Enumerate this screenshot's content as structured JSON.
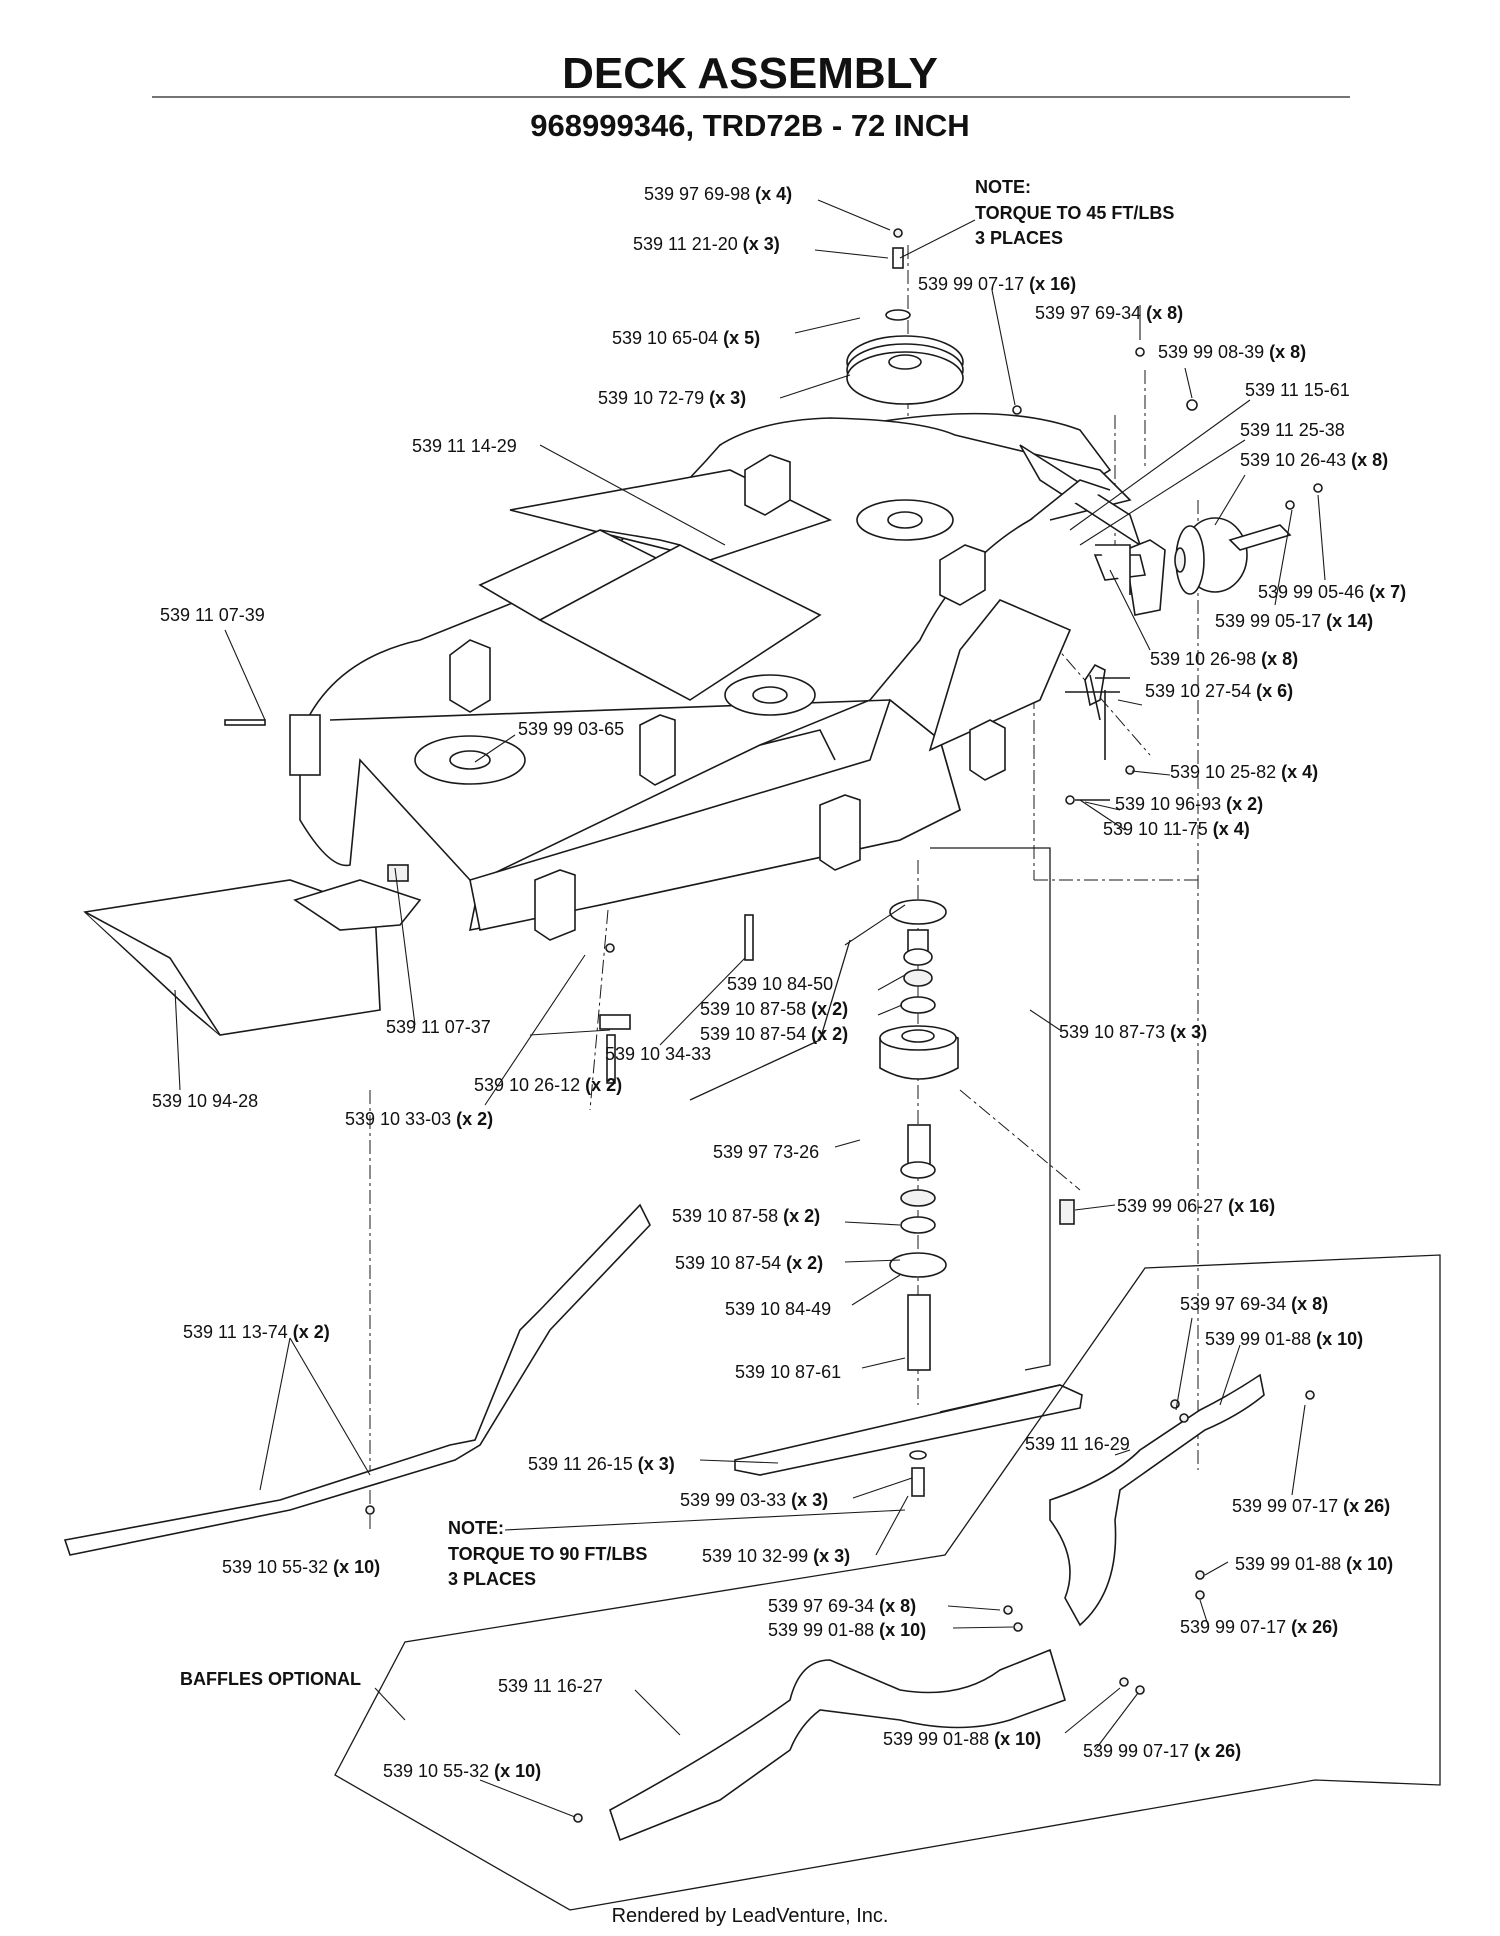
{
  "title": "DECK ASSEMBLY",
  "subtitle": "968999346, TRD72B - 72 INCH",
  "notes": {
    "torque_45": [
      "NOTE:",
      "TORQUE TO 45 FT/LBS",
      "3 PLACES"
    ],
    "torque_90": [
      "NOTE:",
      "TORQUE TO 90 FT/LBS",
      "3 PLACES"
    ],
    "baffles": "BAFFLES OPTIONAL"
  },
  "callouts": [
    {
      "part": "539 97 69-98",
      "qty": "(x 4)"
    },
    {
      "part": "539 11 21-20",
      "qty": "(x 3)"
    },
    {
      "part": "539 99 07-17",
      "qty": "(x 16)"
    },
    {
      "part": "539 97 69-34",
      "qty": "(x 8)"
    },
    {
      "part": "539 10 65-04",
      "qty": "(x 5)"
    },
    {
      "part": "539 99 08-39",
      "qty": "(x 8)"
    },
    {
      "part": "539 10 72-79",
      "qty": "(x 3)"
    },
    {
      "part": "539 11 15-61",
      "qty": ""
    },
    {
      "part": "539 11 14-29",
      "qty": ""
    },
    {
      "part": "539 11 25-38",
      "qty": ""
    },
    {
      "part": "539 10 26-43",
      "qty": "(x 8)"
    },
    {
      "part": "539 99 05-46",
      "qty": "(x 7)"
    },
    {
      "part": "539 99 05-17",
      "qty": "(x 14)"
    },
    {
      "part": "539 11 07-39",
      "qty": ""
    },
    {
      "part": "539 10 26-98",
      "qty": "(x 8)"
    },
    {
      "part": "539 10 27-54",
      "qty": "(x 6)"
    },
    {
      "part": "539 99 03-65",
      "qty": ""
    },
    {
      "part": "539 10 25-82",
      "qty": "(x 4)"
    },
    {
      "part": "539 10 96-93",
      "qty": "(x 2)"
    },
    {
      "part": "539 10 11-75",
      "qty": "(x 4)"
    },
    {
      "part": "539 10 84-50",
      "qty": ""
    },
    {
      "part": "539 10 87-58",
      "qty": "(x 2)"
    },
    {
      "part": "539 10 87-54",
      "qty": "(x 2)"
    },
    {
      "part": "539 11 07-37",
      "qty": ""
    },
    {
      "part": "539 10 87-73",
      "qty": "(x 3)"
    },
    {
      "part": "539 10 34-33",
      "qty": ""
    },
    {
      "part": "539 10 26-12",
      "qty": "(x 2)"
    },
    {
      "part": "539 10 94-28",
      "qty": ""
    },
    {
      "part": "539 10 33-03",
      "qty": "(x 2)"
    },
    {
      "part": "539 97 73-26",
      "qty": ""
    },
    {
      "part": "539 99 06-27",
      "qty": "(x 16)"
    },
    {
      "part": "539 10 87-58",
      "qty": "(x 2)"
    },
    {
      "part": "539 10 87-54",
      "qty": "(x 2)"
    },
    {
      "part": "539 10 84-49",
      "qty": ""
    },
    {
      "part": "539 11 13-74",
      "qty": "(x 2)"
    },
    {
      "part": "539 97 69-34",
      "qty": "(x 8)"
    },
    {
      "part": "539 99 01-88",
      "qty": "(x 10)"
    },
    {
      "part": "539 10 87-61",
      "qty": ""
    },
    {
      "part": "539 11 16-29",
      "qty": ""
    },
    {
      "part": "539 11 26-15",
      "qty": "(x 3)"
    },
    {
      "part": "539 99 07-17",
      "qty": "(x 26)"
    },
    {
      "part": "539 99 03-33",
      "qty": "(x 3)"
    },
    {
      "part": "539 10 55-32",
      "qty": "(x 10)"
    },
    {
      "part": "539 10 32-99",
      "qty": "(x 3)"
    },
    {
      "part": "539 99 01-88",
      "qty": "(x 10)"
    },
    {
      "part": "539 99 07-17",
      "qty": "(x 26)"
    },
    {
      "part": "539 97 69-34",
      "qty": "(x 8)"
    },
    {
      "part": "539 99 01-88",
      "qty": "(x 10)"
    },
    {
      "part": "539 11 16-27",
      "qty": ""
    },
    {
      "part": "539 99 01-88",
      "qty": "(x 10)"
    },
    {
      "part": "539 99 07-17",
      "qty": "(x 26)"
    },
    {
      "part": "539 10 55-32",
      "qty": "(x 10)"
    }
  ],
  "footer": "Rendered by LeadVenture, Inc."
}
